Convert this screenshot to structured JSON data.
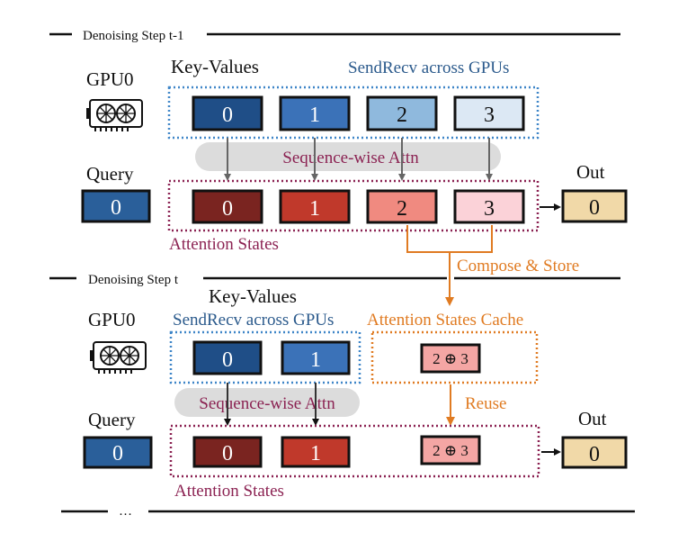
{
  "colors": {
    "kv_blocks": [
      "#1f4e87",
      "#3b72b8",
      "#8fb9dd",
      "#dce8f4"
    ],
    "attn_blocks": [
      "#7a2420",
      "#c0392b",
      "#f08a80",
      "#fbd2d8"
    ],
    "query_block": "#2a5f9a",
    "out_block": "#f1d9a8",
    "cache_block": "#f4a6a4",
    "blue_text": "#2b5a8c",
    "maroon_text": "#8b2252",
    "orange": "#e07b22"
  },
  "step1": {
    "title": "Denoising Step t-1",
    "gpu_label": "GPU0",
    "kv_label": "Key-Values",
    "sendrecv_label": "SendRecv across GPUs",
    "kv_blocks": [
      "0",
      "1",
      "2",
      "3"
    ],
    "seq_attn_label": "Sequence-wise Attn",
    "query_label": "Query",
    "query_block": "0",
    "attn_blocks": [
      "0",
      "1",
      "2",
      "3"
    ],
    "attn_states_label": "Attention States",
    "out_label": "Out",
    "out_block": "0"
  },
  "compose_label": "Compose & Store",
  "step2": {
    "title": "Denoising Step t",
    "gpu_label": "GPU0",
    "kv_label": "Key-Values",
    "sendrecv_label": "SendRecv across GPUs",
    "kv_blocks": [
      "0",
      "1"
    ],
    "cache_label": "Attention States Cache",
    "cache_block": "2 ⊕ 3",
    "reuse_label": "Reuse",
    "seq_attn_label": "Sequence-wise Attn",
    "query_label": "Query",
    "query_block": "0",
    "attn_blocks": [
      "0",
      "1"
    ],
    "attn_cached_block": "2 ⊕ 3",
    "attn_states_label": "Attention States",
    "out_label": "Out",
    "out_block": "0"
  },
  "footer_ellipsis": "…"
}
